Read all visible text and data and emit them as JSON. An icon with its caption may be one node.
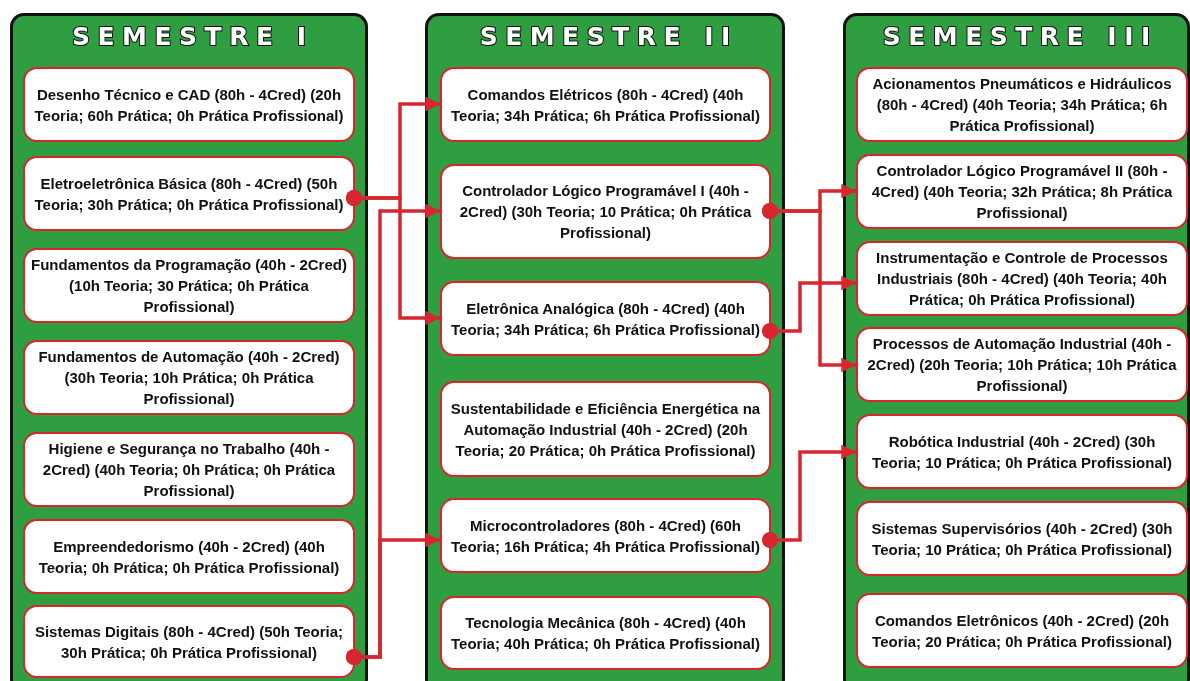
{
  "diagram": {
    "nodes": [
      {
        "text": [
          "SEMESTRE I"
        ]
      },
      {
        "text": [
          "Desenho Técnico e CAD (80h - 4Cred) (20h Teoria; 60h Prática; 0h Prática Profissional)"
        ],
        "in": 0
      },
      {
        "text": [
          "Eletroeletrônica Básica (80h - 4Cred) (50h Teoria; 30h Prática; 0h Prática Profissional)"
        ],
        "in": 0
      },
      {
        "text": [
          "Fundamentos da Programação (40h - 2Cred) (10h Teoria; 30 Prática; 0h Prática Profissional)"
        ],
        "in": 0
      },
      {
        "text": [
          "Fundamentos de Automação (40h - 2Cred) (30h Teoria; 10h Prática; 0h Prática Profissional)"
        ],
        "in": 0
      },
      {
        "text": [
          "Higiene e Segurança no Trabalho (40h - 2Cred) (40h Teoria; 0h Prática; 0h Prática Profissional)"
        ],
        "in": 0
      },
      {
        "text": [
          "Empreendedorismo (40h - 2Cred) (40h Teoria; 0h Prática; 0h Prática Profissional)"
        ],
        "in": 0
      },
      {
        "text": [
          "Sistemas Digitais (80h - 4Cred) (50h Teoria; 30h Prática; 0h Prática Profissional)"
        ],
        "in": 0
      },
      {
        "text": [
          "SEMESTRE II"
        ]
      },
      {
        "text": [
          "Comandos Elétricos (80h - 4Cred) (40h Teoria; 34h Prática; 6h Prática Profissional)"
        ],
        "in": 8
      },
      {
        "text": [
          "Controlador Lógico Programável I (40h - 2Cred) (30h Teoria; 10 Prática; 0h Prática Profissional)"
        ],
        "in": 8
      },
      {
        "text": [
          "Eletrônica Analógica (80h - 4Cred) (40h Teoria; 34h Prática; 6h Prática Profissional)"
        ],
        "in": 8
      },
      {
        "text": [
          "Sustentabilidade e Eficiência Energética na Automação Industrial (40h - 2Cred) (20h Teoria; 20 Prática; 0h Prática Profissional)"
        ],
        "in": 8
      },
      {
        "text": [
          "Microcontroladores (80h - 4Cred) (60h Teoria; 16h Prática; 4h Prática Profissional)"
        ],
        "in": 8
      },
      {
        "text": [
          "Tecnologia Mecânica (80h - 4Cred) (40h Teoria; 40h Prática; 0h Prática Profissional)"
        ],
        "in": 8
      },
      {
        "text": [
          "SEMESTRE III"
        ]
      },
      {
        "text": [
          "Acionamentos Pneumáticos e Hidráulicos (80h - 4Cred) (40h Teoria; 34h Prática; 6h Prática Profissional)"
        ],
        "in": 15
      },
      {
        "text": [
          "Controlador Lógico Programável II (80h - 4Cred) (40h Teoria; 32h Prática; 8h Prática Profissional)"
        ],
        "in": 15
      },
      {
        "text": [
          "Instrumentação e Controle de Processos Industriais (80h - 4Cred) (40h Teoria; 40h Prática; 0h Prática Profissional)"
        ],
        "in": 15
      },
      {
        "text": [
          "Processos de Automação Industrial (40h - 2Cred) (20h Teoria; 10h Prática; 10h Prática Profissional)"
        ],
        "in": 15
      },
      {
        "text": [
          "Robótica Industrial (40h - 2Cred) (30h Teoria; 10 Prática; 0h Prática Profissional)"
        ],
        "in": 15
      },
      {
        "text": [
          "Sistemas Supervisórios (40h - 2Cred) (30h Teoria; 10 Prática; 0h Prática Profissional)"
        ],
        "in": 15
      },
      {
        "text": [
          "Comandos Eletrônicos (40h - 2Cred) (20h Teoria; 20 Prática; 0h Prática Profissional)"
        ],
        "in": 15
      }
    ],
    "edges": [
      {
        "from": 2,
        "to": 9,
        "arrow": "to"
      },
      {
        "from": 2,
        "to": 11,
        "arrow": "to"
      },
      {
        "from": 7,
        "to": 10,
        "arrow": "to"
      },
      {
        "from": 7,
        "to": 13,
        "arrow": "to"
      },
      {
        "from": 10,
        "to": 17,
        "arrow": "to"
      },
      {
        "from": 10,
        "to": 19,
        "arrow": "to"
      },
      {
        "from": 11,
        "to": 18,
        "arrow": "to"
      },
      {
        "from": 13,
        "to": 20,
        "arrow": "to"
      }
    ]
  }
}
